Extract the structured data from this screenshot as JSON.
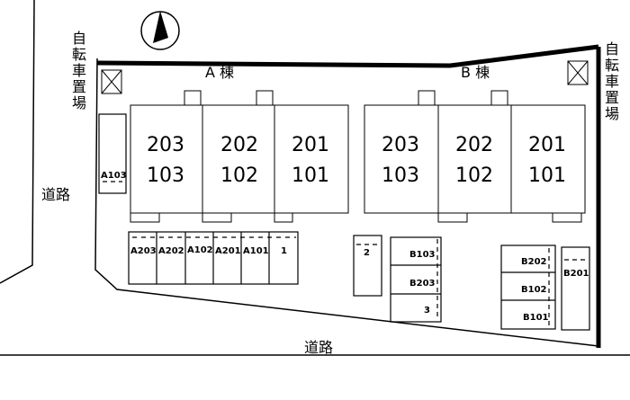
{
  "compass": {
    "icon": "north-arrow-icon"
  },
  "bike_left": {
    "label": [
      "自",
      "転",
      "車",
      "置",
      "場"
    ]
  },
  "bike_right": {
    "label": [
      "自",
      "転",
      "車",
      "置",
      "場"
    ]
  },
  "building_a": {
    "label": "A 棟",
    "units": [
      {
        "upper": "203",
        "lower": "103"
      },
      {
        "upper": "202",
        "lower": "102"
      },
      {
        "upper": "201",
        "lower": "101"
      }
    ]
  },
  "building_b": {
    "label": "B 棟",
    "units": [
      {
        "upper": "203",
        "lower": "103"
      },
      {
        "upper": "202",
        "lower": "102"
      },
      {
        "upper": "201",
        "lower": "101"
      }
    ]
  },
  "road_left": "道路",
  "road_bottom": "道路",
  "parking": {
    "a103": "A103",
    "a_row": [
      "A203",
      "A202",
      "A102",
      "A201",
      "A101",
      "1"
    ],
    "p2": "2",
    "b_col1": [
      "B103",
      "B203",
      "3"
    ],
    "b_col2": [
      "B202",
      "B102",
      "B101"
    ],
    "b201": "B201"
  }
}
